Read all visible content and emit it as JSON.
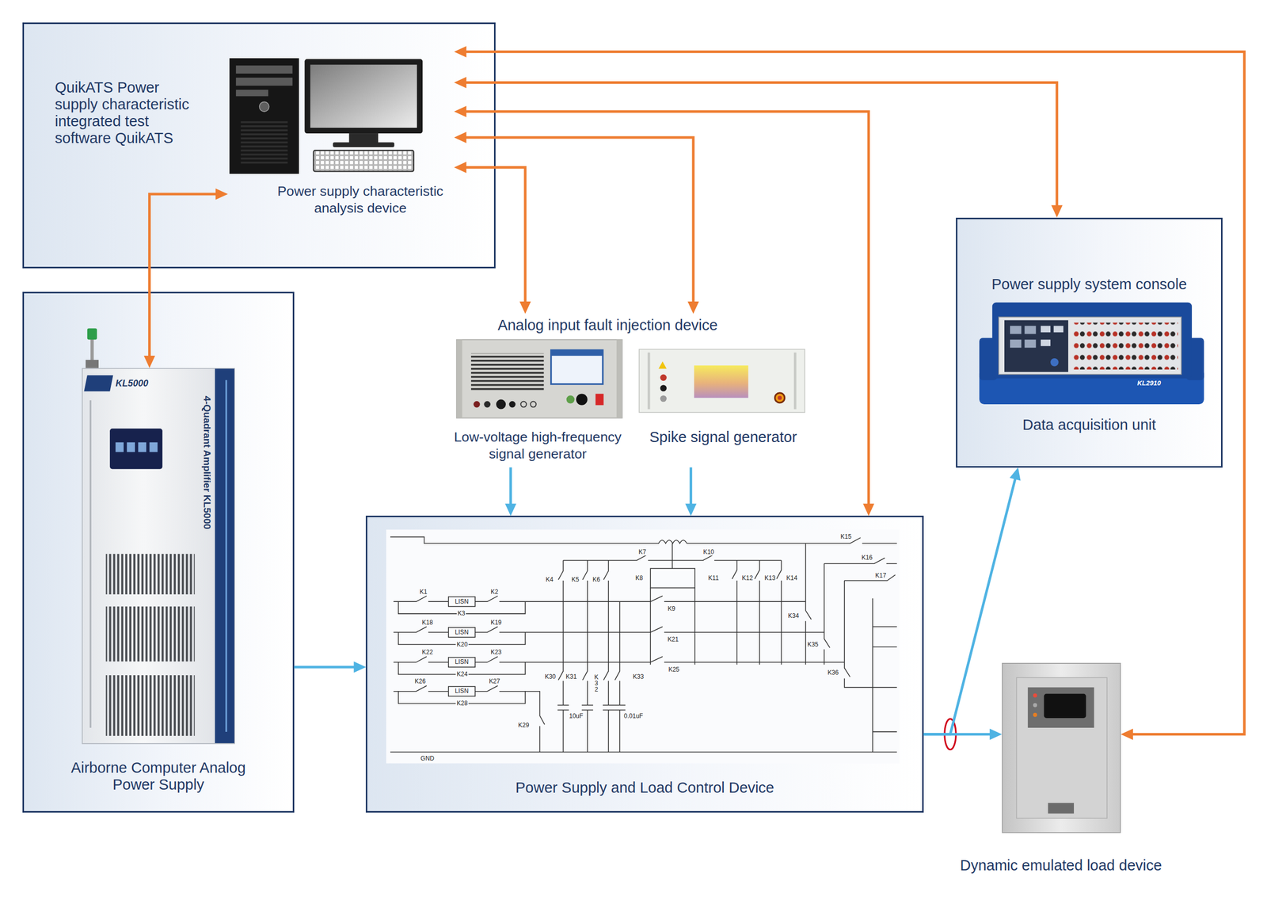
{
  "diagram": {
    "nodes": [
      {
        "text": [
          "QuikATS Power supply characteristic integrated test software QuikATS"
        ]
      },
      {
        "text": [
          "Power supply characteristic analysis device"
        ],
        "in": 0
      },
      {
        "text": [
          "Airborne Computer Analog Power Supply"
        ]
      },
      {
        "text": [
          "KL5000",
          "4-Quadrant Amplifier KL5000"
        ],
        "in": 2
      },
      {
        "text": [
          "Analog input fault injection device"
        ]
      },
      {
        "text": [
          "Low-voltage high-frequency signal generator"
        ],
        "in": 4
      },
      {
        "text": [
          "Spike signal generator"
        ],
        "in": 4
      },
      {
        "text": [
          "Power Supply and Load Control Device"
        ]
      },
      {
        "text": [
          "Power supply system console",
          "Data acquisition unit"
        ]
      },
      {
        "text": [
          "Dynamic emulated load device"
        ]
      }
    ],
    "edges": [
      {
        "from": 1,
        "to": 3,
        "arrow": "both"
      },
      {
        "from": 1,
        "to": 4,
        "arrow": "both"
      },
      {
        "from": 1,
        "to": 4,
        "arrow": "both"
      },
      {
        "from": 1,
        "to": 7,
        "arrow": "both"
      },
      {
        "from": 1,
        "to": 8,
        "arrow": "both"
      },
      {
        "from": 1,
        "to": 9,
        "arrow": "both"
      },
      {
        "from": 2,
        "to": 7,
        "arrow": "to"
      },
      {
        "from": 5,
        "to": 7,
        "arrow": "to"
      },
      {
        "from": 6,
        "to": 7,
        "arrow": "to"
      },
      {
        "from": 7,
        "to": 9,
        "arrow": "to"
      },
      {
        "from": 7,
        "to": 8,
        "arrow": "to"
      }
    ],
    "labels": [
      "KL2910",
      "K1",
      "K2",
      "LISN",
      "K3",
      "K18",
      "K19",
      "LISN",
      "K20",
      "K22",
      "K23",
      "LISN",
      "K24",
      "K26",
      "K27",
      "LISN",
      "K28",
      "K29",
      "K7",
      "K10",
      "K4",
      "K5",
      "K6",
      "K8",
      "K11",
      "K12",
      "K13",
      "K14",
      "K15",
      "K16",
      "K17",
      "K9",
      "K34",
      "K21",
      "K35",
      "K25",
      "K36",
      "K30",
      "K31",
      "K32",
      "K33",
      "10uF",
      "0.01uF",
      "GND"
    ]
  }
}
